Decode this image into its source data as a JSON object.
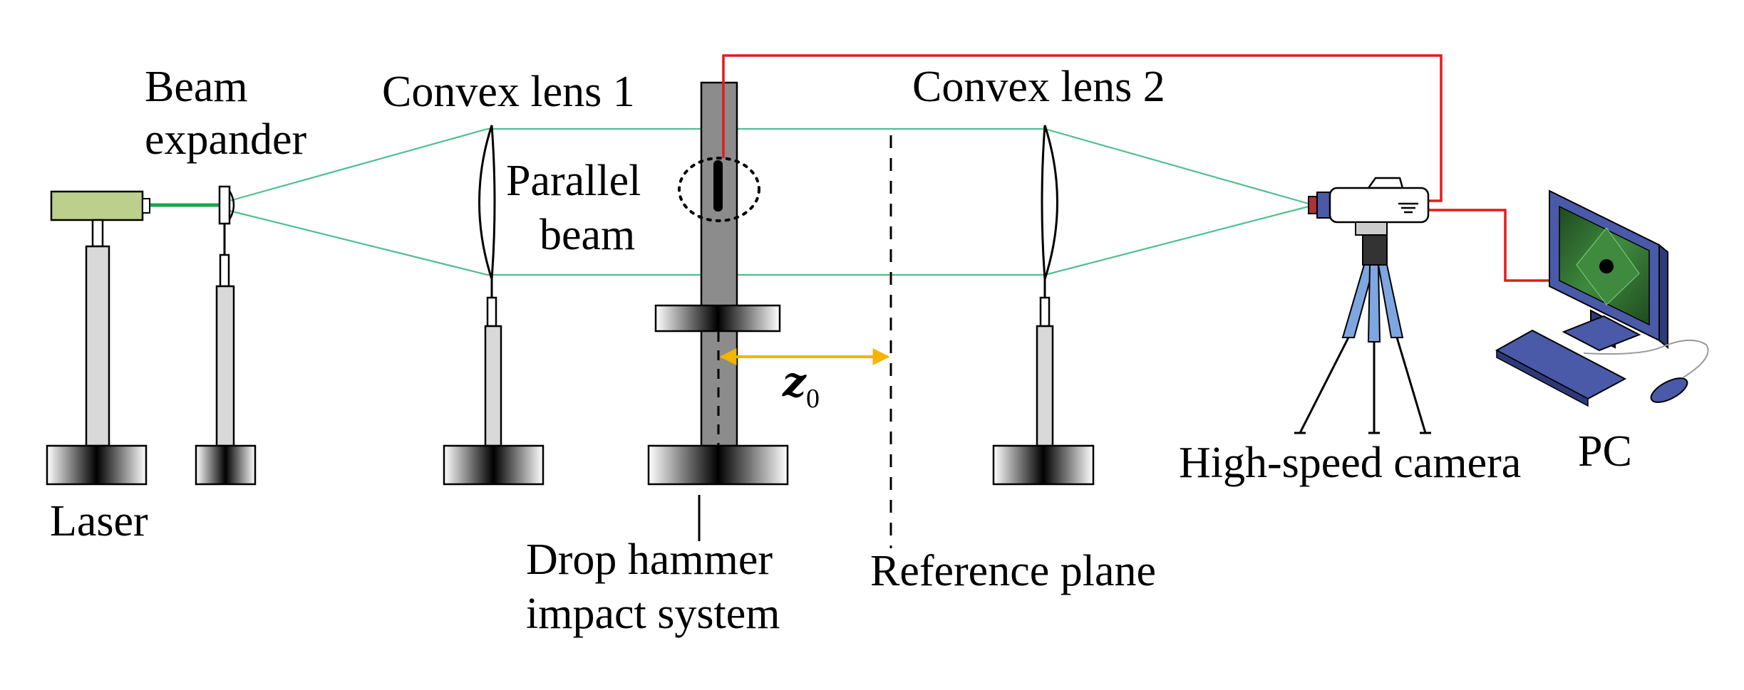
{
  "diagram": {
    "labels": {
      "beam_expander_line1": "Beam",
      "beam_expander_line2": "expander",
      "laser": "Laser",
      "convex_lens_1": "Convex lens 1",
      "convex_lens_2": "Convex lens 2",
      "parallel_beam_line1": "Parallel",
      "parallel_beam_line2": "beam",
      "z_symbol": "z",
      "z_subscript": "0",
      "drop_hammer_line1": "Drop hammer",
      "drop_hammer_line2": "impact system",
      "reference_plane": "Reference plane",
      "high_speed_camera": "High-speed camera",
      "pc": "PC"
    },
    "colors": {
      "laser_body": "#bccf8d",
      "beam": "#4fbf8e",
      "laser_beam": "#1aa54a",
      "signal_wire": "#e31a1c",
      "distance_arrow": "#f4b400",
      "hammer_column": "#8c8c8c",
      "tripod_legs": "#7ea6e0",
      "monitor_frame": "#4a5aa8",
      "screen_bg": "#2f6a2f"
    }
  }
}
